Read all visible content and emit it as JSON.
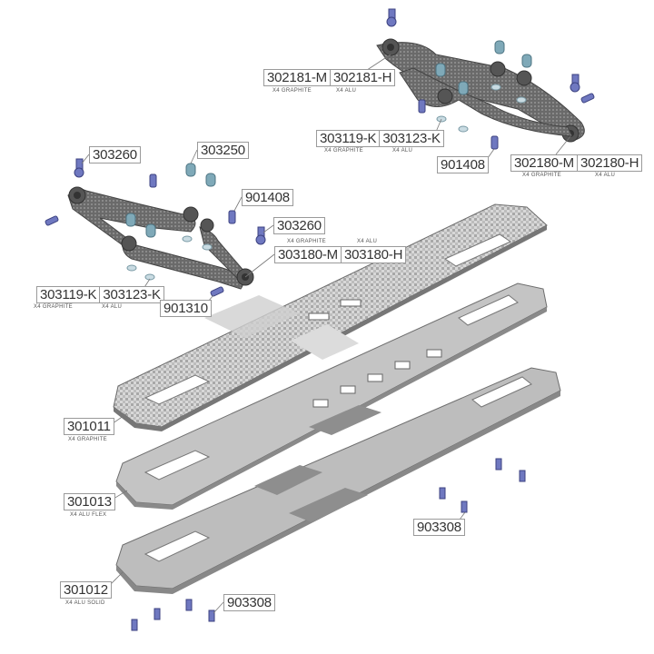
{
  "labels": {
    "upper_arm_left": {
      "m": "302181-M",
      "h": "302181-H",
      "sub_m": "X4 GRAPHITE",
      "sub_h": "X4 ALU"
    },
    "upper_spacer": {
      "m": "303119-K",
      "h": "303123-K",
      "sub_m": "X4 GRAPHITE",
      "sub_h": "X4 ALU"
    },
    "upper_screw": "901408",
    "upper_arm_right": {
      "m": "302180-M",
      "h": "302180-H",
      "sub_m": "X4 GRAPHITE",
      "sub_h": "X4 ALU"
    },
    "ball_left": "303260",
    "ball_bushing": "303250",
    "lower_screw": "901408",
    "ball_right": "303260",
    "lower_arm": {
      "m": "303180-M",
      "h": "303180-H",
      "sub_m": "X4 GRAPHITE",
      "sub_h": "X4 ALU"
    },
    "lower_spacer": {
      "m": "303119-K",
      "h": "303123-K",
      "sub_m": "X4 GRAPHITE",
      "sub_h": "X4 ALU"
    },
    "set_screw": "901310",
    "chassis_graphite": {
      "code": "301011",
      "sub": "X4 GRAPHITE"
    },
    "chassis_flex": {
      "code": "301013",
      "sub": "X4 ALU FLEX"
    },
    "chassis_solid": {
      "code": "301012",
      "sub": "X4 ALU SOLID"
    },
    "countersunk_right": "903308",
    "countersunk_left": "903308"
  },
  "colors": {
    "graphite": "#c9c9c9",
    "alu": "#b4b4b4",
    "arm": "#5a5a5a",
    "screw": "#6f78c0",
    "bushing": "#7fa9b8"
  }
}
